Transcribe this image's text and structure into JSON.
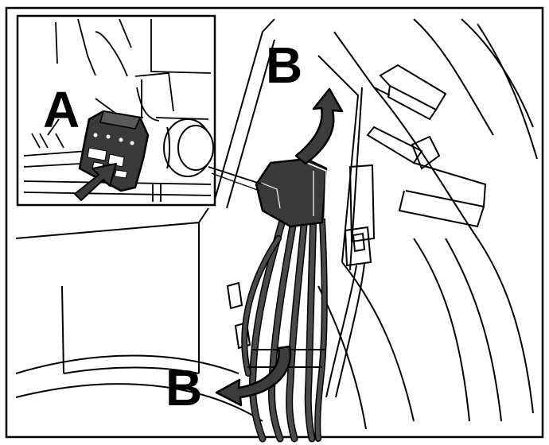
{
  "diagram": {
    "callouts": {
      "a": "A",
      "b_top": "B",
      "b_bottom": "B"
    },
    "colors": {
      "ink": "#000000",
      "paper": "#ffffff",
      "connector": "#3a3a3a",
      "wire": "#4a4a4a",
      "arrow_fill": "#3c3c3c"
    }
  }
}
